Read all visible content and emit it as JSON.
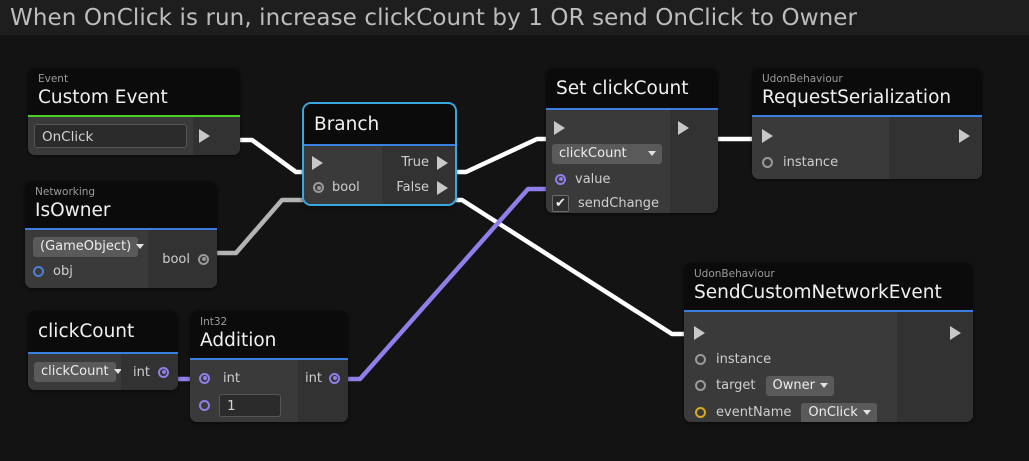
{
  "topbar": {
    "title": "When OnClick is run, increase clickCount by 1 OR send OnClick to Owner"
  },
  "colors": {
    "background": "#131313",
    "node_body": "#323232",
    "node_header": "#0b0b0b",
    "accent_event": "#4ecf28",
    "accent_default": "#3a7fe0",
    "selection": "#37a9e0",
    "wire_flow": "#ffffff",
    "wire_bool": "#b4b4b4",
    "wire_int": "#8f7fe8",
    "port_int": "#8f7fe8",
    "port_bool": "#4e7fd6",
    "port_string": "#d8a81e",
    "port_object": "#9a9a9a"
  },
  "nodes": {
    "custom_event": {
      "subtitle": "Event",
      "title": "Custom Event",
      "accent": "#4ecf28",
      "event_name_value": "OnClick",
      "flow_out_label": "flow-out"
    },
    "is_owner": {
      "subtitle": "Networking",
      "title": "IsOwner",
      "accent": "#3a7fe0",
      "object_dropdown": "(GameObject)",
      "input_label": "obj",
      "output_label": "bool"
    },
    "branch": {
      "title": "Branch",
      "accent": "#3a7fe0",
      "selected": true,
      "input_bool_label": "bool",
      "out_true_label": "True",
      "out_false_label": "False"
    },
    "set_click_count": {
      "title": "Set clickCount",
      "accent": "#3a7fe0",
      "variable_dropdown": "clickCount",
      "value_label": "value",
      "send_change_label": "sendChange",
      "send_change_checked": true,
      "check_glyph": "✔"
    },
    "request_serialization": {
      "subtitle": "UdonBehaviour",
      "title": "RequestSerialization",
      "accent": "#3a7fe0",
      "instance_label": "instance"
    },
    "send_custom_network_event": {
      "subtitle": "UdonBehaviour",
      "title": "SendCustomNetworkEvent",
      "accent": "#3a7fe0",
      "instance_label": "instance",
      "target_label": "target",
      "target_value": "Owner",
      "event_name_label": "eventName",
      "event_name_value": "OnClick"
    },
    "click_count_var": {
      "title": "clickCount",
      "accent": "#3a7fe0",
      "variable_dropdown": "clickCount",
      "output_label": "int"
    },
    "addition": {
      "subtitle": "Int32",
      "title": "Addition",
      "accent": "#3a7fe0",
      "input_a_label": "int",
      "input_b_value": "1",
      "output_label": "int"
    }
  },
  "wires": [
    {
      "name": "custom-event-to-branch",
      "type": "flow",
      "color": "#ffffff"
    },
    {
      "name": "is-owner-to-branch-bool",
      "type": "bool",
      "color": "#b4b4b4"
    },
    {
      "name": "branch-true-to-set-click-count",
      "type": "flow",
      "color": "#ffffff"
    },
    {
      "name": "branch-false-to-send-custom-network-event",
      "type": "flow",
      "color": "#ffffff"
    },
    {
      "name": "set-click-count-to-request-serialization",
      "type": "flow",
      "color": "#ffffff"
    },
    {
      "name": "click-count-var-to-addition",
      "type": "int",
      "color": "#8f7fe8"
    },
    {
      "name": "addition-to-set-click-count-value",
      "type": "int",
      "color": "#8f7fe8"
    }
  ]
}
